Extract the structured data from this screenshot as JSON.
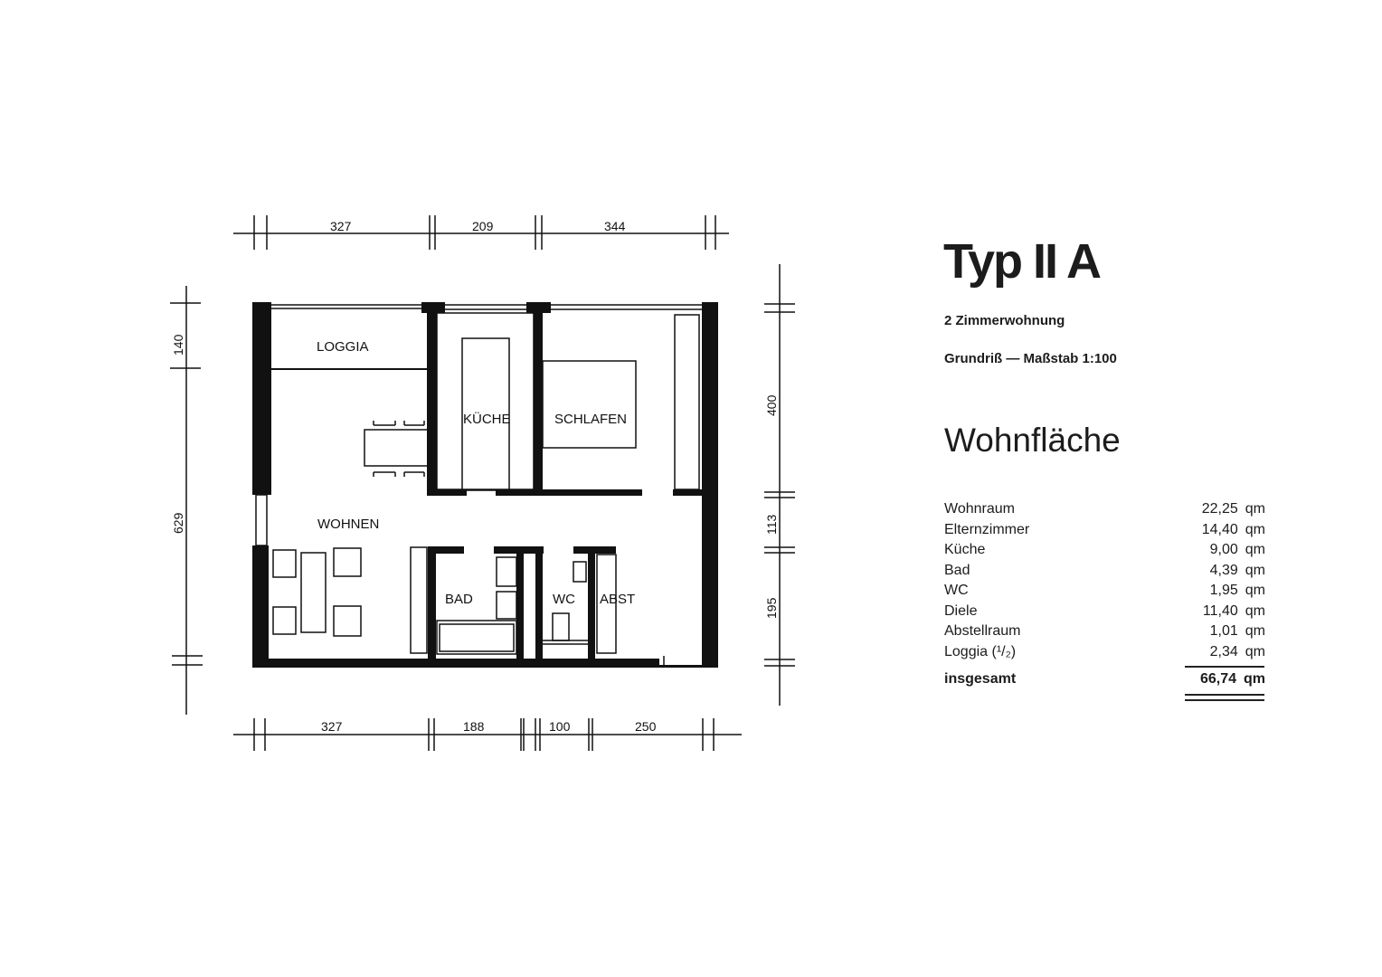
{
  "header": {
    "title": "Typ II A",
    "subtitle": "2  Zimmerwohnung",
    "scale": "Grundriß — Maßstab 1:100"
  },
  "areas": {
    "heading": "Wohnfläche",
    "unit": "qm",
    "rows": [
      {
        "label": "Wohnraum",
        "value": "22,25"
      },
      {
        "label": "Elternzimmer",
        "value": "14,40"
      },
      {
        "label": "Küche",
        "value": "9,00"
      },
      {
        "label": "Bad",
        "value": "4,39"
      },
      {
        "label": "WC",
        "value": "1,95"
      },
      {
        "label": "Diele",
        "value": "11,40"
      },
      {
        "label": "Abstellraum",
        "value": "1,01"
      },
      {
        "label": "Loggia (¹/₂)",
        "value": "2,34"
      }
    ],
    "total": {
      "label": "insgesamt",
      "value": "66,74"
    }
  },
  "plan": {
    "rooms": {
      "loggia": "LOGGIA",
      "kueche": "KÜCHE",
      "schlafen": "SCHLAFEN",
      "wohnen": "WOHNEN",
      "bad": "BAD",
      "wc": "WC",
      "abst": "ABST"
    },
    "dimensions": {
      "top": [
        "327",
        "209",
        "344"
      ],
      "bottom": [
        "327",
        "188",
        "100",
        "250"
      ],
      "left": [
        "140",
        "629"
      ],
      "right": [
        "400",
        "113",
        "195"
      ]
    }
  }
}
